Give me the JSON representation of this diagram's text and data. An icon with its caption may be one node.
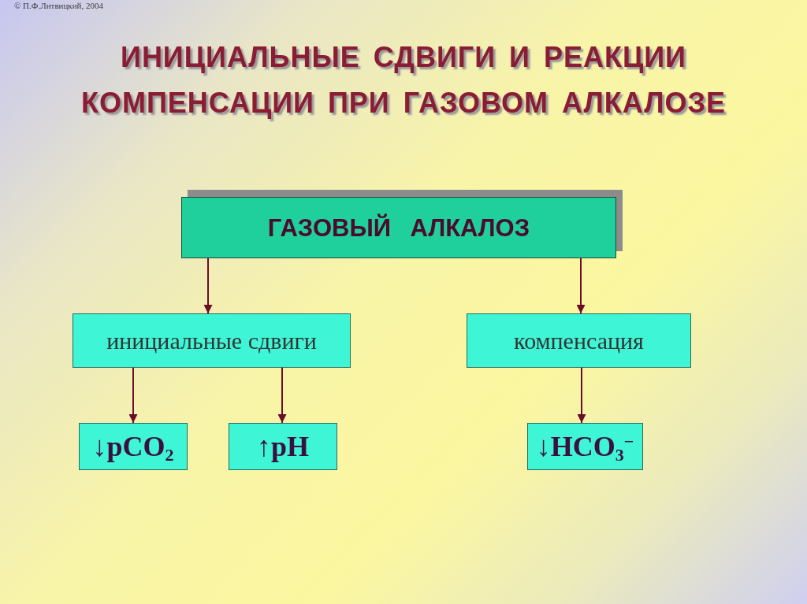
{
  "diagram": {
    "title": "ИНИЦИАЛЬНЫЕ СДВИГИ И РЕАКЦИИ КОМПЕНСАЦИИ ПРИ ГАЗОВОМ АЛКАЛОЗЕ",
    "nodes": [
      {
        "text": [
          "ГАЗОВЫЙ АЛКАЛОЗ"
        ]
      },
      {
        "text": [
          "инициальные сдвиги"
        ]
      },
      {
        "text": [
          "компенсация"
        ]
      },
      {
        "text": [
          "↓pCO$_{2}$"
        ]
      },
      {
        "text": [
          "↑pH"
        ]
      },
      {
        "text": [
          "↓HCO$_{3}$$^{−}$"
        ]
      }
    ],
    "edges": [
      {
        "from": 0,
        "to": 1,
        "arrow": "to"
      },
      {
        "from": 0,
        "to": 2,
        "arrow": "to"
      },
      {
        "from": 1,
        "to": 3,
        "arrow": "to"
      },
      {
        "from": 1,
        "to": 4,
        "arrow": "to"
      },
      {
        "from": 2,
        "to": 5,
        "arrow": "to"
      }
    ],
    "labels": [
      "© П.Ф.Литвицкий, 2004"
    ]
  }
}
